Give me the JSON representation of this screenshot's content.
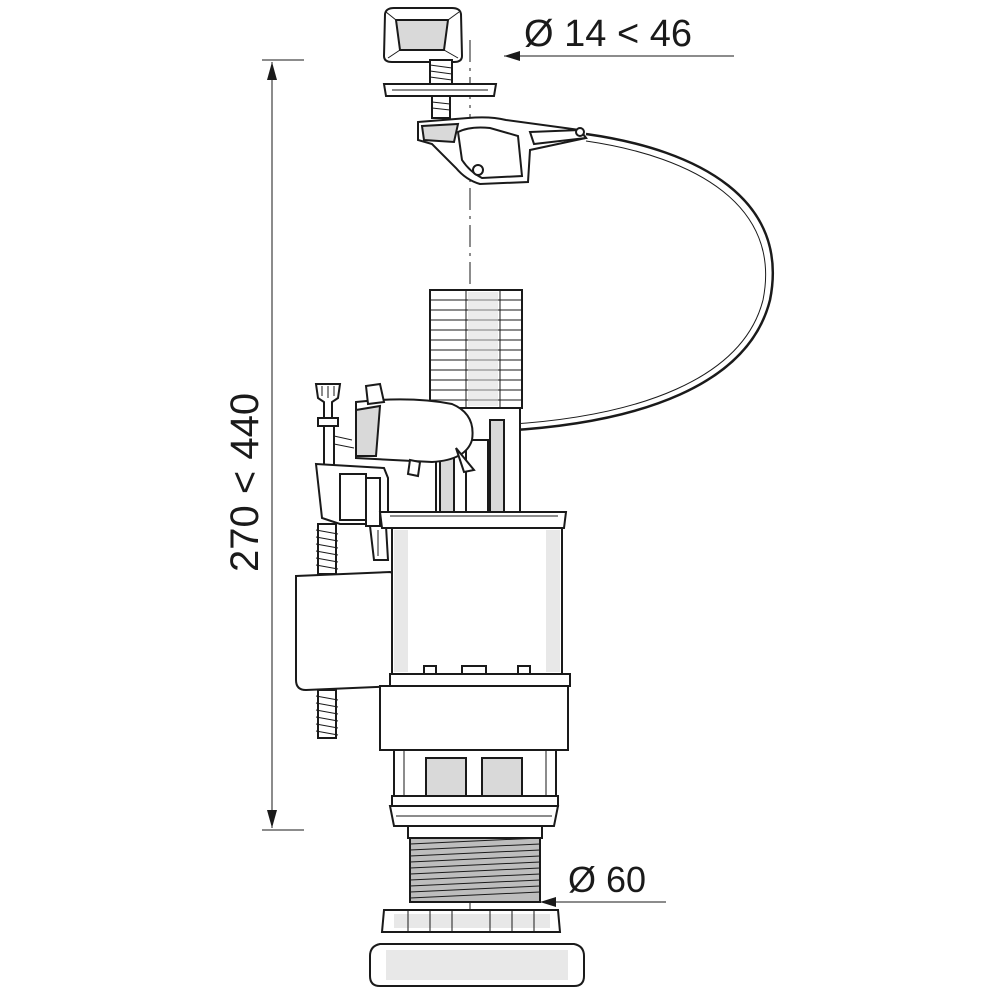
{
  "dimensions": {
    "button_diameter": "Ø 14 < 46",
    "height_range": "270 < 440",
    "base_diameter": "Ø 60"
  },
  "colors": {
    "line": "#1a1a1a",
    "shade": "#d9d9d9",
    "dark_shade": "#bdbdbd",
    "background": "#ffffff"
  }
}
